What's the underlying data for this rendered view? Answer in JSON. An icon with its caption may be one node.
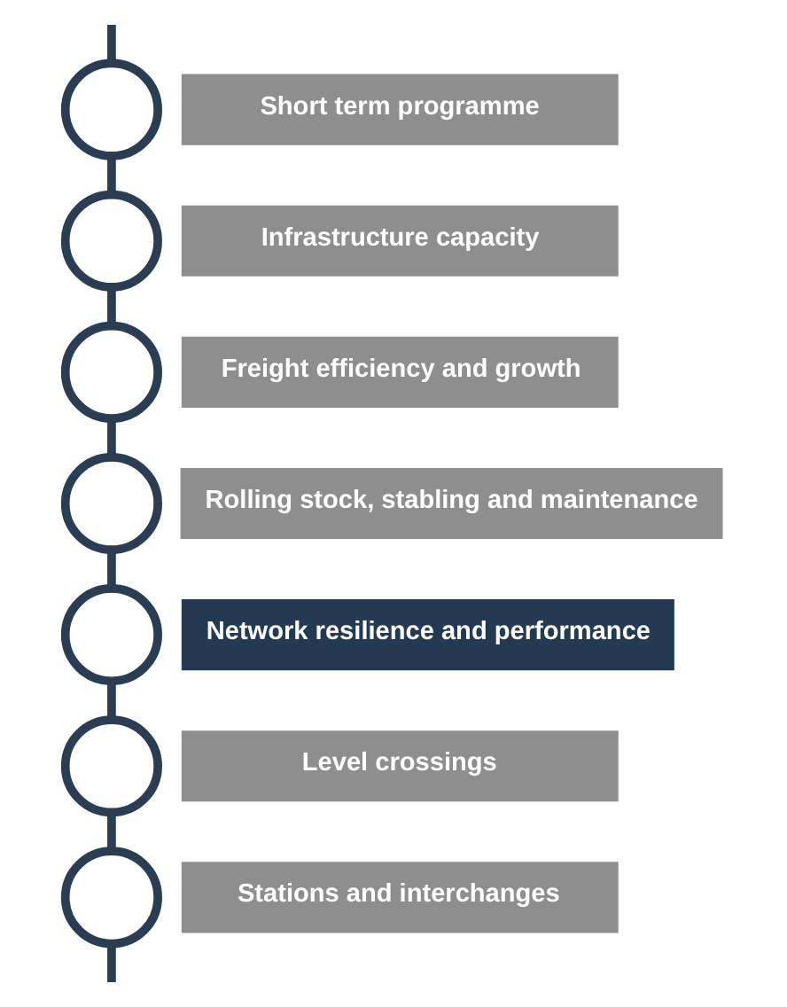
{
  "diagram": {
    "nodes": [
      {
        "text": [],
        "shape": "circle"
      },
      {
        "text": [
          "Short term programme"
        ]
      },
      {
        "text": [],
        "shape": "circle"
      },
      {
        "text": [
          "Infrastructure capacity"
        ]
      },
      {
        "text": [],
        "shape": "circle"
      },
      {
        "text": [
          "Freight efficiency and growth"
        ]
      },
      {
        "text": [],
        "shape": "circle"
      },
      {
        "text": [
          "Rolling stock, stabling and maintenance"
        ]
      },
      {
        "text": [],
        "shape": "circle"
      },
      {
        "text": [
          "Network resilience and performance"
        ]
      },
      {
        "text": [],
        "shape": "circle"
      },
      {
        "text": [
          "Level crossings"
        ]
      },
      {
        "text": [],
        "shape": "circle"
      },
      {
        "text": [
          "Stations and interchanges"
        ]
      }
    ],
    "edges": [
      {
        "from": null,
        "to": 0,
        "arrow": "none"
      },
      {
        "from": 0,
        "to": 2,
        "arrow": "none"
      },
      {
        "from": 2,
        "to": 4,
        "arrow": "none"
      },
      {
        "from": 4,
        "to": 6,
        "arrow": "none"
      },
      {
        "from": 6,
        "to": 8,
        "arrow": "none"
      },
      {
        "from": 8,
        "to": 10,
        "arrow": "none"
      },
      {
        "from": 10,
        "to": 12,
        "arrow": "none"
      },
      {
        "from": 12,
        "to": null,
        "arrow": "none"
      }
    ]
  }
}
